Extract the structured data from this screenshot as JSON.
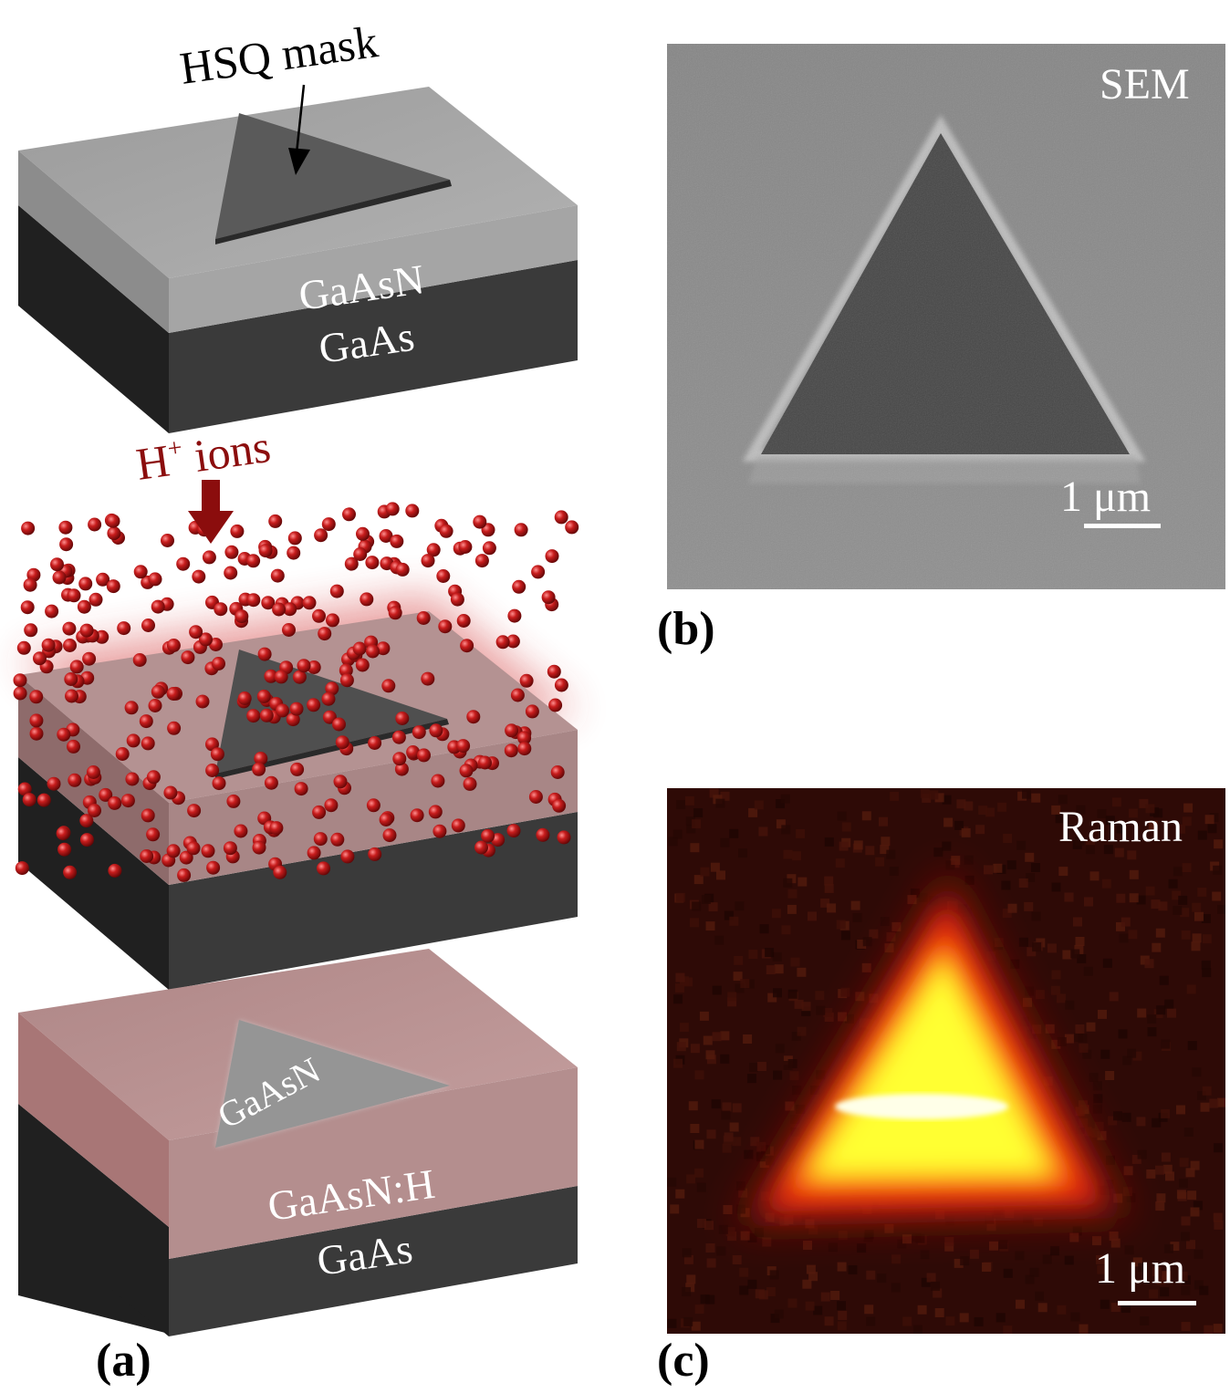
{
  "panel_a": {
    "step1": {
      "mask_label": "HSQ mask",
      "top_layer_label": "GaAsN",
      "substrate_label": "GaAs"
    },
    "step2": {
      "ions_label": "H",
      "ions_superscript": "+",
      "ions_suffix": " ions"
    },
    "step3": {
      "triangle_label": "GaAsN",
      "top_layer_label": "GaAsN:H",
      "substrate_label": "GaAs"
    },
    "panel_label": "(a)"
  },
  "panel_b": {
    "corner_label": "SEM",
    "scale_bar_label": "1 μm",
    "panel_label": "(b)"
  },
  "panel_c": {
    "corner_label": "Raman",
    "scale_bar_label": "1 μm",
    "panel_label": "(c)"
  },
  "colors": {
    "gaasn": "#a7a7a7",
    "gaas": "#3a3a3a",
    "hsq_mask": "#5a5a5a",
    "hydrogenated": "#b89090",
    "ion": "#b01818",
    "ion_arrow": "#8b0d0d",
    "sem_background": "#8a8a8a",
    "sem_triangle": "#464646",
    "raman_background": "#2e0a06",
    "raman_glow": "#d81b0c",
    "raman_core": "#ffff28"
  }
}
